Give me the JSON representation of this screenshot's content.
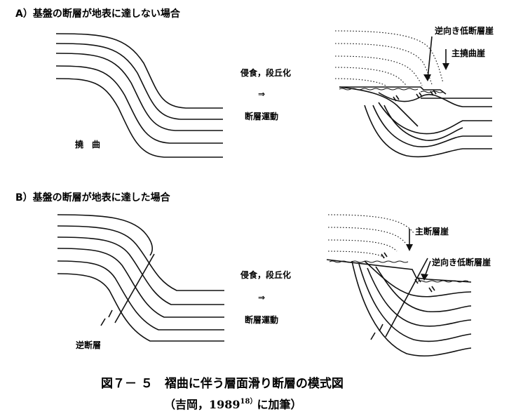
{
  "section_a": {
    "heading": "A）基盤の断層が地表に達しない場合",
    "left_label": "撓　曲",
    "process_line1": "侵食，段丘化",
    "process_arrow": "⇒",
    "process_line2": "断層運動",
    "right_label_reverse": "逆向き低断層崖",
    "right_label_main": "主撓曲崖"
  },
  "section_b": {
    "heading": "B）基盤の断層が地表に達した場合",
    "left_label": "逆断層",
    "process_line1": "侵食，段丘化",
    "process_arrow": "⇒",
    "process_line2": "断層運動",
    "right_label_main": "主断層崖",
    "right_label_reverse": "逆向き低断層崖"
  },
  "caption": {
    "line1": "図７－ ５　褶曲に伴う層面滑り断層の模式図",
    "line2_prefix": "（吉岡，1989",
    "line2_sup": "18）",
    "line2_suffix": "に加筆）"
  }
}
